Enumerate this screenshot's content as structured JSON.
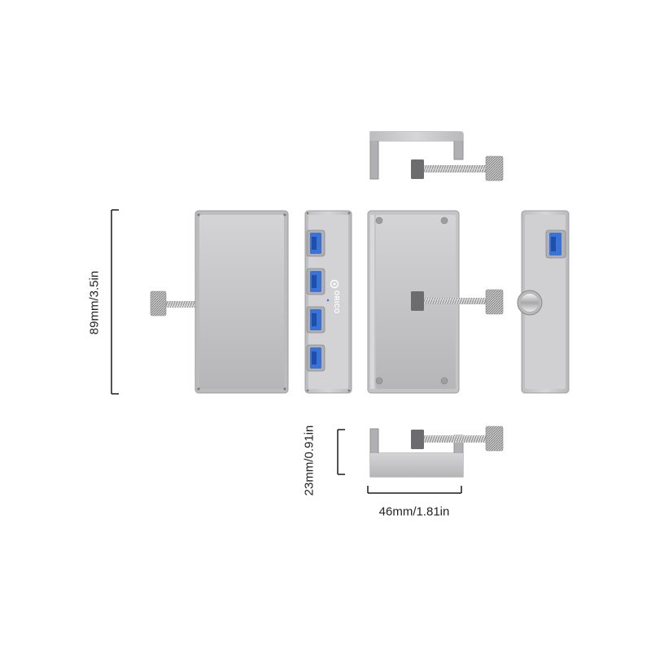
{
  "dimensions": {
    "height": "89mm/3.5in",
    "depth": "23mm/0.91in",
    "width": "46mm/1.81in"
  },
  "brand": {
    "name": "ORICO"
  },
  "colors": {
    "aluminum_light": "#c9c9cb",
    "aluminum_mid": "#a9a9ab",
    "aluminum_dark": "#8e8e90",
    "usb_blue": "#2f6fd6",
    "dimension_line": "#1a1a1a"
  },
  "views": [
    "back-view",
    "port-side-view",
    "front-clamp-view",
    "right-side-view",
    "top-view",
    "bottom-view"
  ],
  "usb_ports": 4
}
